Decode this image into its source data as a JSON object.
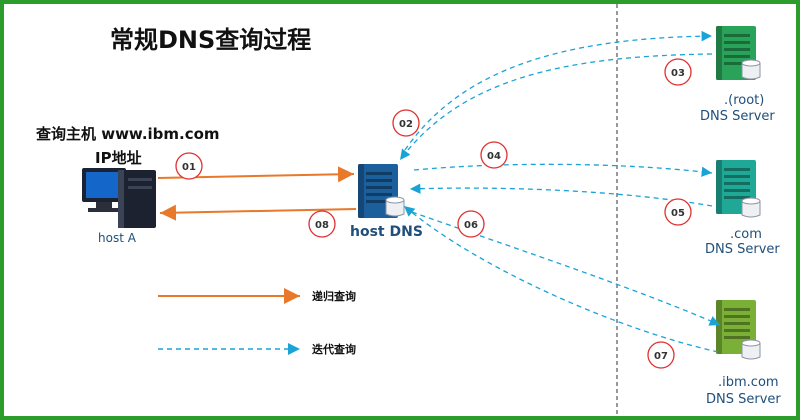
{
  "title": "常规DNS查询过程",
  "query": {
    "line1": "查询主机 www.ibm.com",
    "line2": "IP地址"
  },
  "nodes": {
    "host_a": "host  A",
    "host_dns": "host  DNS",
    "root": {
      "name": ".(root)",
      "role": "DNS Server"
    },
    "com": {
      "name": ".com",
      "role": "DNS Server"
    },
    "ibm": {
      "name": ".ibm.com",
      "role": "DNS Server"
    }
  },
  "steps": [
    "01",
    "02",
    "03",
    "04",
    "05",
    "06",
    "07",
    "08"
  ],
  "legend": {
    "recursive": "递归查询",
    "iterative": "迭代查询"
  },
  "colors": {
    "recursive": "#e8782a",
    "iterative": "#1aa3d6",
    "frame": "#2c9d2c",
    "step_circle": "#e03030",
    "dashed_divider": "#555555"
  },
  "icons": [
    "computer-icon",
    "server-icon",
    "database-icon"
  ]
}
